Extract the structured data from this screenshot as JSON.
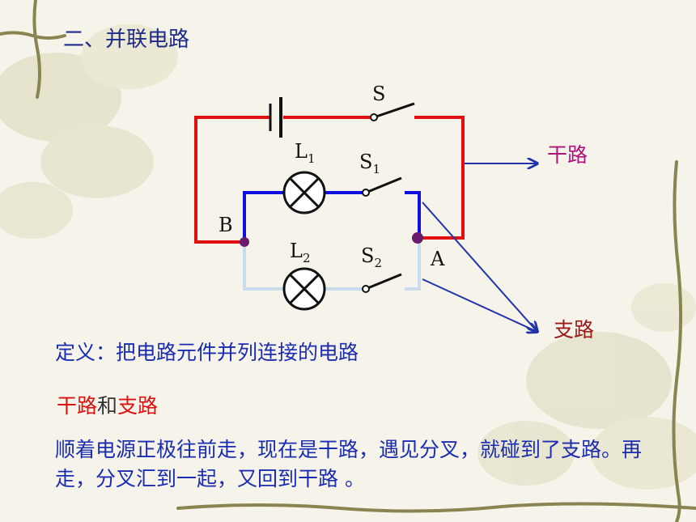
{
  "title": "二、并联电路",
  "circuit": {
    "switch_main": "S",
    "lamp1": {
      "letter": "L",
      "sub": "1"
    },
    "switch1": {
      "letter": "S",
      "sub": "1"
    },
    "lamp2": {
      "letter": "L",
      "sub": "2"
    },
    "switch2": {
      "letter": "S",
      "sub": "2"
    },
    "node_b": "B",
    "node_a": "A",
    "colors": {
      "main": "#e01010",
      "branch1": "#1010e0",
      "branch2": "#c8dcee",
      "node": "#6a1a6a",
      "arrow": "#2233aa"
    }
  },
  "labels": {
    "main_circuit": "干路",
    "branch_circuit": "支路"
  },
  "definition": "定义：把电路元件并列连接的电路",
  "terms": {
    "main": "干路",
    "and": "和",
    "branch": "支路"
  },
  "explanation": "顺着电源正极往前走，现在是干路，遇见分叉，就碰到了支路。再走，分叉汇到一起，又回到干路 。"
}
